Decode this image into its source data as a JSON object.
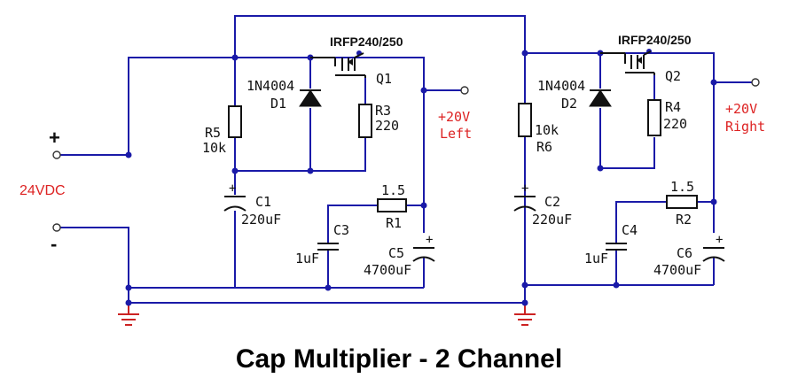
{
  "title": "Cap Multiplier - 2 Channel",
  "supply": {
    "plus": "+",
    "minus": "-",
    "voltage": "24VDC"
  },
  "left": {
    "mosfet_type": "IRFP240/250",
    "q": "Q1",
    "diode_type": "1N4004",
    "diode": "D1",
    "r5_name": "R5",
    "r5_val": "10k",
    "r3_name": "R3",
    "r3_val": "220",
    "c1_name": "C1",
    "c1_val": "220uF",
    "r1_val": "1.5",
    "r1_name": "R1",
    "c3_name": "C3",
    "c3_val": "1uF",
    "c5_name": "C5",
    "c5_val": "4700uF",
    "out_v": "+20V",
    "out_label": "Left"
  },
  "right": {
    "mosfet_type": "IRFP240/250",
    "q": "Q2",
    "diode_type": "1N4004",
    "diode": "D2",
    "r6_val": "10k",
    "r6_name": "R6",
    "r4_name": "R4",
    "r4_val": "220",
    "c2_name": "C2",
    "c2_val": "220uF",
    "r2_val": "1.5",
    "r2_name": "R2",
    "c4_name": "C4",
    "c4_val": "1uF",
    "c6_name": "C6",
    "c6_val": "4700uF",
    "out_v": "+20V",
    "out_label": "Right"
  },
  "colors": {
    "wire": "#1a1aa8",
    "label_red": "#dd2222",
    "ground": "#cc2222"
  }
}
